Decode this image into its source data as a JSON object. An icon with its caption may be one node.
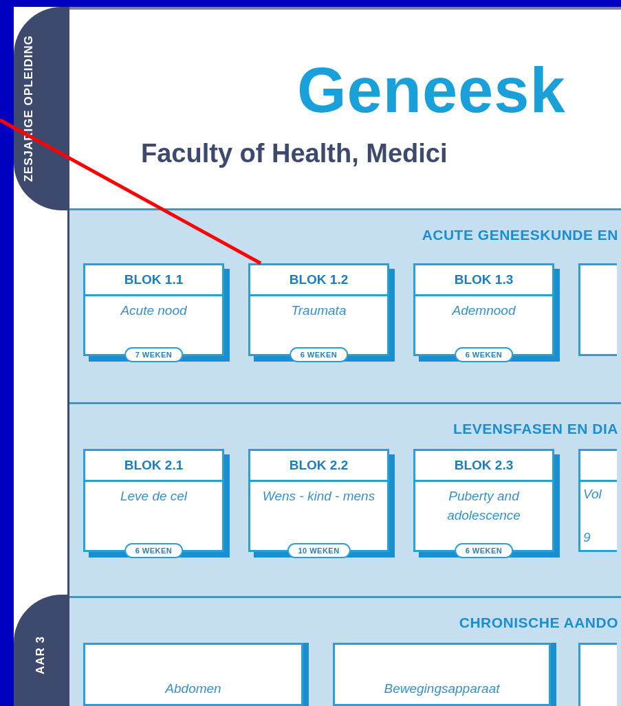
{
  "diagram": {
    "title": "Geneesk",
    "nodes": [
      {
        "text": [
          "ZESJARIGE OPLEIDING"
        ]
      },
      {
        "text": [
          "ACUTE GENEESKUNDE EN"
        ]
      },
      {
        "text": [
          "BLOK 1.1",
          "Acute nood",
          "7 WEKEN"
        ],
        "in": 1
      },
      {
        "text": [
          "BLOK 1.2",
          "Traumata",
          "6 WEKEN"
        ],
        "in": 1
      },
      {
        "text": [
          "BLOK 1.3",
          "Ademnood",
          "6 WEKEN"
        ],
        "in": 1
      },
      {
        "text": [],
        "shape": "box",
        "in": 1
      },
      {
        "text": [
          "LEVENSFASEN EN DIA"
        ]
      },
      {
        "text": [
          "BLOK 2.1",
          "Leve de cel",
          "6 WEKEN"
        ],
        "in": 6
      },
      {
        "text": [
          "BLOK 2.2",
          "Wens - kind - mens",
          "10 WEKEN"
        ],
        "in": 6
      },
      {
        "text": [
          "BLOK 2.3",
          "Puberty and adolescence",
          "6 WEKEN"
        ],
        "in": 6
      },
      {
        "text": [
          "Vol",
          "9"
        ],
        "in": 6
      },
      {
        "text": [
          "CHRONISCHE AANDO"
        ]
      },
      {
        "text": [
          "Abdomen"
        ],
        "in": 11
      },
      {
        "text": [
          "Bewegingsapparaat"
        ],
        "in": 11
      },
      {
        "text": [],
        "shape": "box",
        "in": 11
      },
      {
        "text": [
          "AAR 3"
        ]
      }
    ],
    "edges": [
      {
        "from": null,
        "to": 3,
        "arrow": "none",
        "color": "#ff0000"
      }
    ],
    "labels": [
      "Faculty of Health, Medici"
    ]
  }
}
